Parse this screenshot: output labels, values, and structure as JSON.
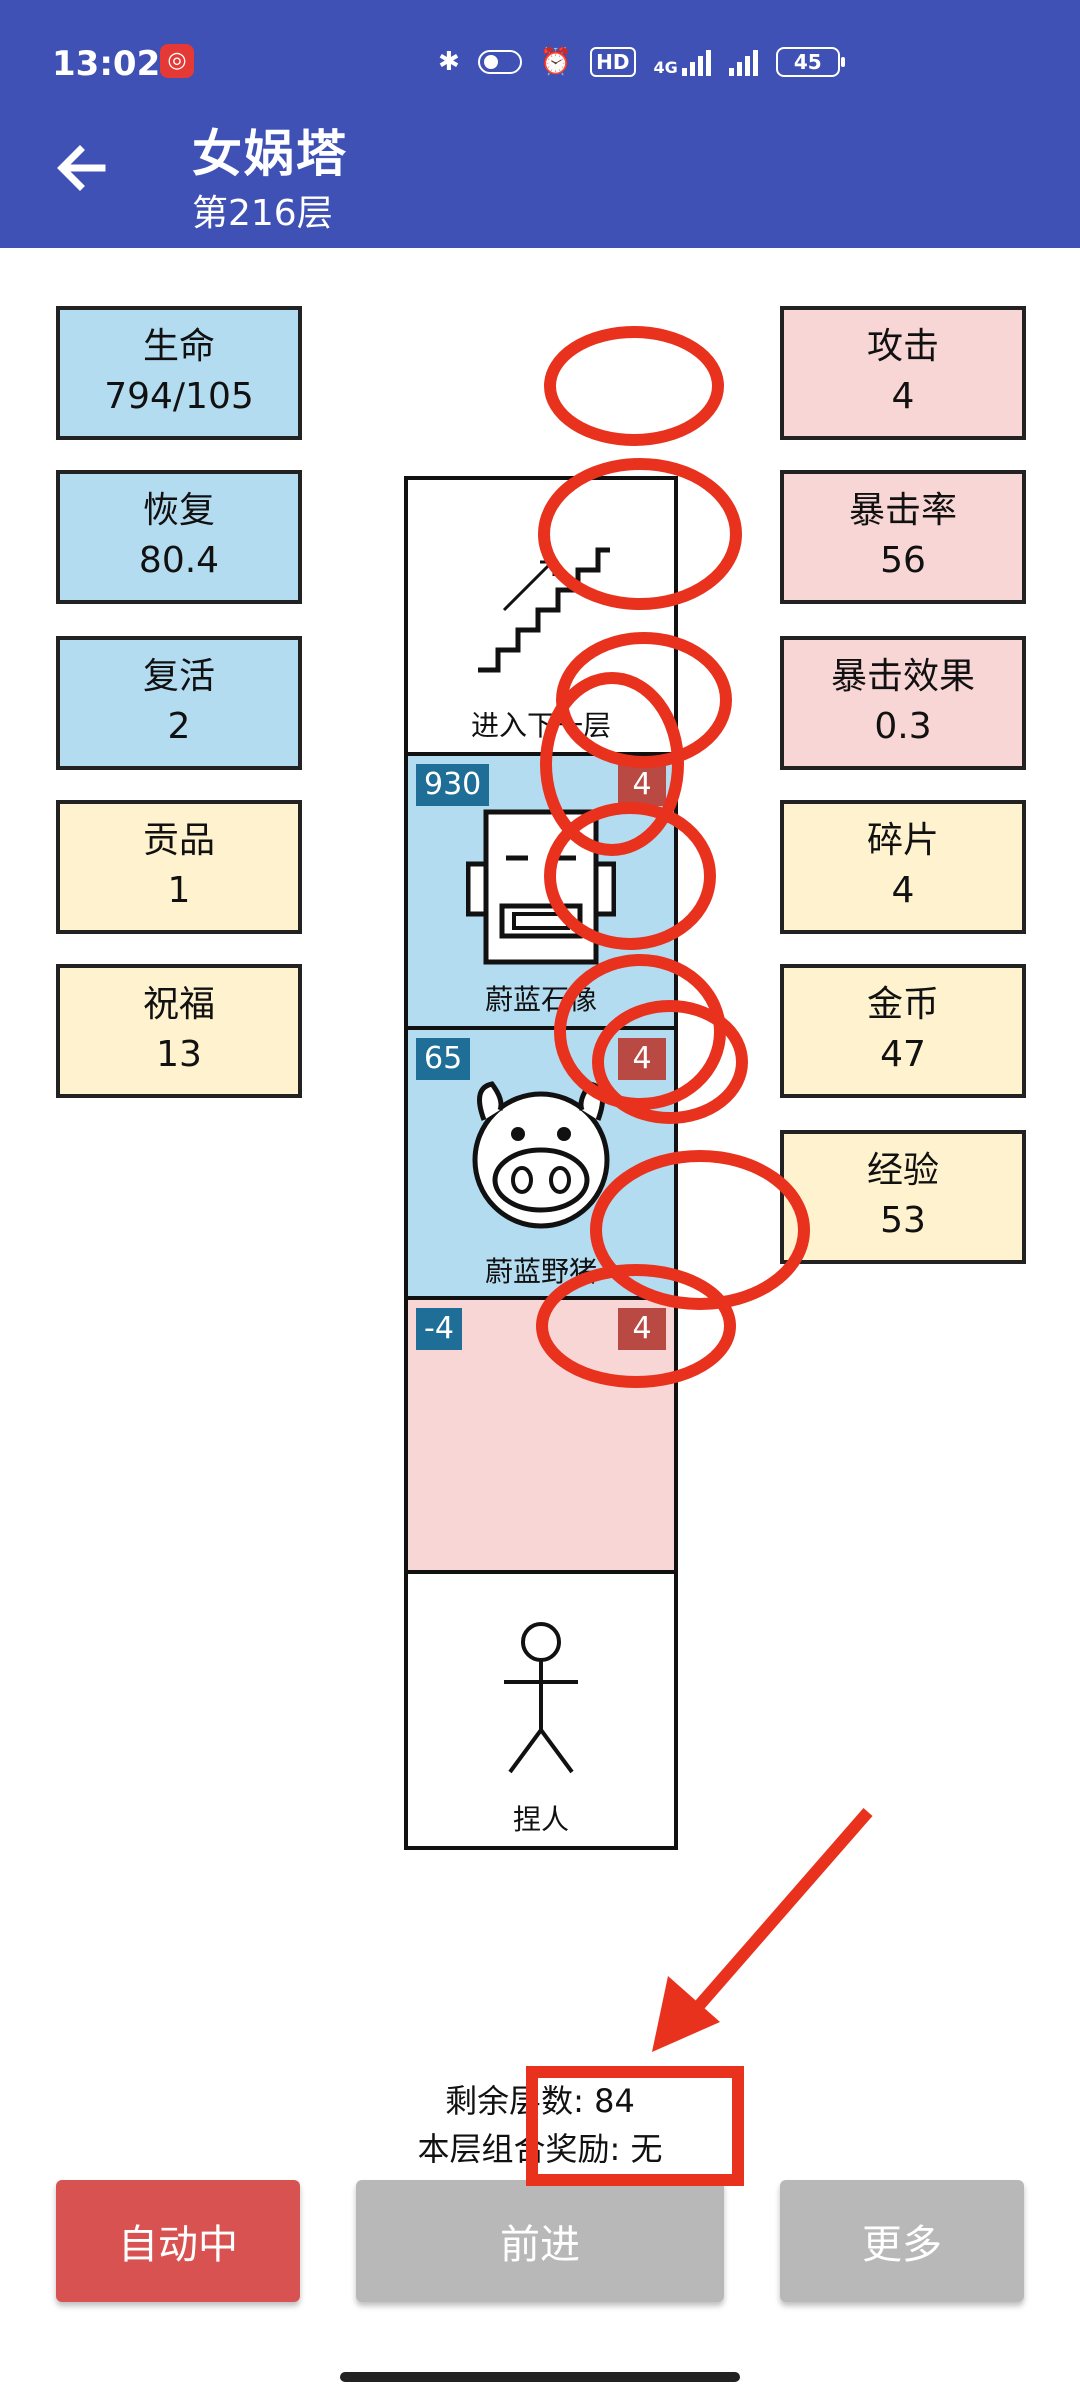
{
  "status": {
    "time": "13:02",
    "hd": "HD",
    "net": "4G",
    "battery": "45"
  },
  "header": {
    "title": "女娲塔",
    "subtitle": "第216层"
  },
  "left_stats": [
    {
      "label": "生命",
      "value": "794/105"
    },
    {
      "label": "恢复",
      "value": "80.4"
    },
    {
      "label": "复活",
      "value": "2"
    },
    {
      "label": "贡品",
      "value": "1"
    },
    {
      "label": "祝福",
      "value": "13"
    }
  ],
  "right_stats": [
    {
      "label": "攻击",
      "value": "4"
    },
    {
      "label": "暴击率",
      "value": "56"
    },
    {
      "label": "暴击效果",
      "value": "0.3"
    },
    {
      "label": "碎片",
      "value": "4"
    },
    {
      "label": "金币",
      "value": "47"
    },
    {
      "label": "经验",
      "value": "53"
    }
  ],
  "tower": {
    "stairs": {
      "label": "进入下一层"
    },
    "monster1": {
      "hp": "930",
      "atk": "4",
      "name": "蔚蓝石像"
    },
    "monster2": {
      "hp": "65",
      "atk": "4",
      "name": "蔚蓝野猪"
    },
    "trap": {
      "hp": "-4",
      "atk": "4"
    },
    "player": {
      "label": "捏人"
    }
  },
  "info": {
    "remaining": "剩余层数: 84",
    "combo": "本层组合奖励: 无"
  },
  "buttons": {
    "auto": "自动中",
    "forward": "前进",
    "more": "更多"
  },
  "colors": {
    "appbar": "#3F51B5",
    "stat_blue": "#B3DCF1",
    "stat_cream": "#FFF2CF",
    "stat_pink": "#F9D6D6",
    "annotation": "#E8321E"
  }
}
